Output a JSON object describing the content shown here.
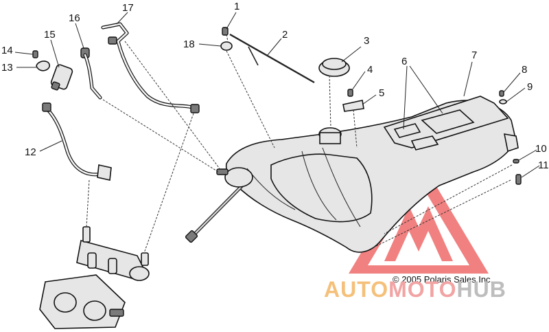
{
  "callouts": [
    {
      "id": "1",
      "label": "1"
    },
    {
      "id": "2",
      "label": "2"
    },
    {
      "id": "3",
      "label": "3"
    },
    {
      "id": "4",
      "label": "4"
    },
    {
      "id": "5",
      "label": "5"
    },
    {
      "id": "6",
      "label": "6"
    },
    {
      "id": "7",
      "label": "7"
    },
    {
      "id": "8",
      "label": "8"
    },
    {
      "id": "9",
      "label": "9"
    },
    {
      "id": "10",
      "label": "10"
    },
    {
      "id": "11",
      "label": "11"
    },
    {
      "id": "12",
      "label": "12"
    },
    {
      "id": "13",
      "label": "13"
    },
    {
      "id": "14",
      "label": "14"
    },
    {
      "id": "15",
      "label": "15"
    },
    {
      "id": "16",
      "label": "16"
    },
    {
      "id": "17",
      "label": "17"
    },
    {
      "id": "18",
      "label": "18"
    }
  ],
  "copyright": "© 2005 Polaris Sales Inc.",
  "watermark": {
    "part1": "AUTO",
    "part2": "MOTO",
    "part3": "HUB",
    "colors": {
      "auto": "#f5c07a",
      "moto": "#f2a3a3",
      "hub": "#bdbdbd",
      "logo": "#ef6b6b"
    }
  }
}
